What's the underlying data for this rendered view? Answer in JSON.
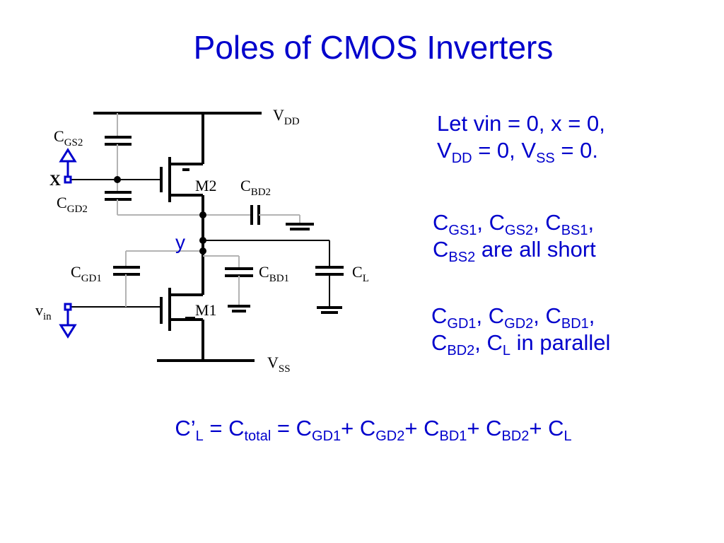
{
  "title": "Poles of CMOS Inverters",
  "circuit": {
    "vdd": {
      "main": "V",
      "sub": "DD"
    },
    "vss": {
      "main": "V",
      "sub": "SS"
    },
    "m1": "M1",
    "m2": "M2",
    "x": "X",
    "y": "y",
    "vin": {
      "main": "v",
      "sub": "in"
    },
    "cgs2": {
      "main": "C",
      "sub": "GS2"
    },
    "cgd2": {
      "main": "C",
      "sub": "GD2"
    },
    "cbd2": {
      "main": "C",
      "sub": "BD2"
    },
    "cgd1": {
      "main": "C",
      "sub": "GD1"
    },
    "cbd1": {
      "main": "C",
      "sub": "BD1"
    },
    "cl": {
      "main": "C",
      "sub": "L"
    }
  },
  "notes": {
    "block1": {
      "line1": "Let vin = 0, x = 0,",
      "vdd_main": "V",
      "vdd_sub": "DD",
      "mid": " = 0, V",
      "vss_sub": "SS",
      "end": " = 0."
    },
    "block2": {
      "c1": "C",
      "c1_sub": "GS1",
      "sep1": ", C",
      "c2_sub": "GS2",
      "sep2": ", C",
      "c3_sub": "BS1",
      "sep3": ",",
      "c4": "C",
      "c4_sub": "BS2",
      "tail": " are all short"
    },
    "block3": {
      "c1": "C",
      "c1_sub": "GD1",
      "sep1": ", C",
      "c2_sub": "GD2",
      "sep2": ", C",
      "c3_sub": "BD1",
      "sep3": ",",
      "c4": "C",
      "c4_sub": "BD2",
      "sep4": ", C",
      "c5_sub": "L",
      "tail": " in parallel"
    }
  },
  "formula": {
    "lhs": "C’",
    "lhs_sub": "L",
    "eq1": " = C",
    "total_sub": "total",
    "eq2": " = C",
    "t1_sub": "GD1",
    "p1": "+ C",
    "t2_sub": "GD2",
    "p2": "+ C",
    "t3_sub": "BD1",
    "p3": "+ C",
    "t4_sub": "BD2",
    "p4": "+ C",
    "t5_sub": "L"
  },
  "colors": {
    "accent": "#0000cc",
    "wire": "#000000",
    "cap_wire": "#b3b3b3"
  }
}
